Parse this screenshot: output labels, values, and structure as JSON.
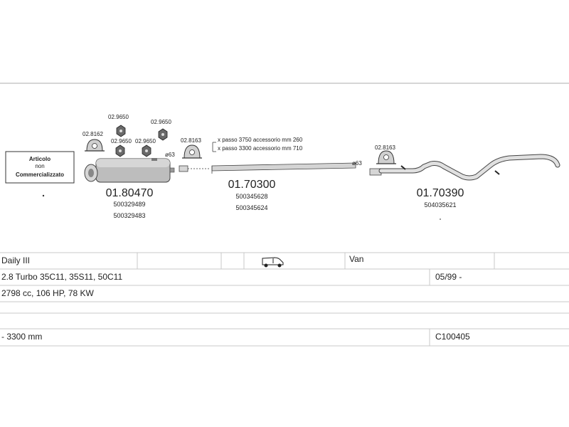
{
  "note_box": {
    "line1": "Articolo",
    "line2": "non",
    "line3": "Commercializzato"
  },
  "diameter_label_1": "ø63",
  "diameter_label_2": "ø63",
  "clamps": {
    "c1": "02.8162",
    "c2": "02.9650",
    "c3": "02.9650",
    "c4": "02.9650",
    "c5": "02.9650",
    "c6": "02.8163",
    "c7": "02.8163"
  },
  "parts": {
    "rear_silencer": {
      "number": "01.80470",
      "oem1": "500329489",
      "oem2": "500329483"
    },
    "middle_pipe": {
      "number": "01.70300",
      "oem1": "500345628",
      "oem2": "500345624",
      "note1": "x passo 3750 accessorio mm 260",
      "note2": "x passo 3300 accessorio mm 710"
    },
    "front_pipe": {
      "number": "01.70390",
      "oem1": "504035621"
    }
  },
  "table": {
    "model": "Daily III",
    "body_type": "Van",
    "engine": "2.8 Turbo 35C11, 35S11, 50C11",
    "date_range": "05/99 -",
    "specs": "2798 cc, 106 HP, 78 KW",
    "wheelbase": "- 3300 mm",
    "code": "C100405"
  },
  "icons": {
    "vehicle": "van-icon",
    "clamp": "clamp-icon",
    "rubber_mount": "rubber-mount-icon"
  }
}
